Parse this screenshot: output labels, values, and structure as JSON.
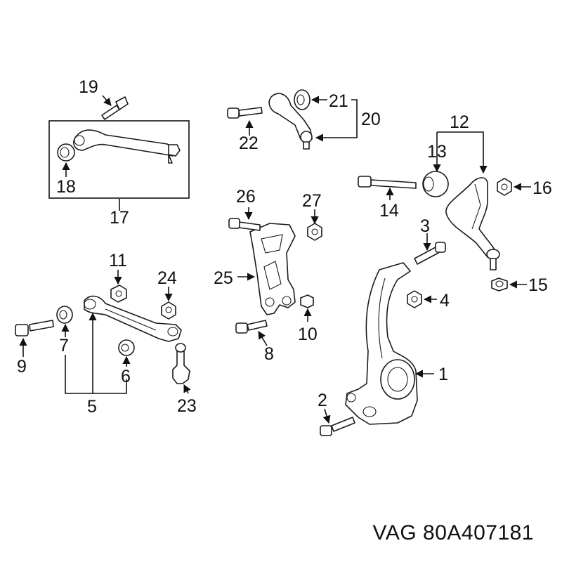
{
  "caption": "VAG 80A407181",
  "callouts": {
    "c1": "1",
    "c2": "2",
    "c3": "3",
    "c4": "4",
    "c5": "5",
    "c6": "6",
    "c7": "7",
    "c8": "8",
    "c9": "9",
    "c10": "10",
    "c11": "11",
    "c12": "12",
    "c13": "13",
    "c14": "14",
    "c15": "15",
    "c16": "16",
    "c17": "17",
    "c18": "18",
    "c19": "19",
    "c20": "20",
    "c21": "21",
    "c22": "22",
    "c23": "23",
    "c24": "24",
    "c25": "25",
    "c26": "26",
    "c27": "27"
  },
  "colors": {
    "ink": "#111111",
    "background": "#ffffff"
  }
}
